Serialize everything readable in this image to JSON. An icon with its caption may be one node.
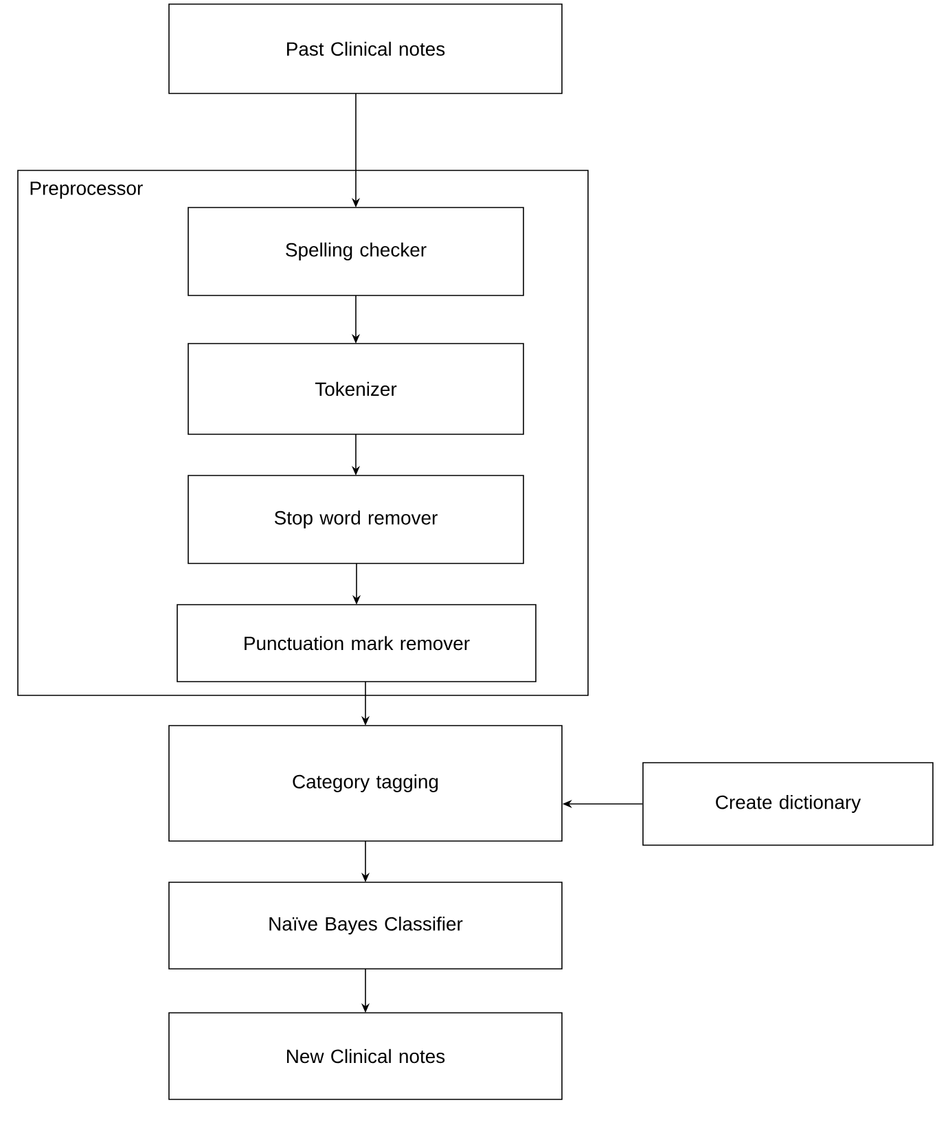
{
  "diagram": {
    "nodes": [
      {
        "text": [
          "Past Clinical notes"
        ]
      },
      {
        "text": [
          "Preprocessor"
        ]
      },
      {
        "text": [
          "Spelling checker"
        ],
        "in": 1
      },
      {
        "text": [
          "Tokenizer"
        ],
        "in": 1
      },
      {
        "text": [
          "Stop word remover"
        ],
        "in": 1
      },
      {
        "text": [
          "Punctuation mark remover"
        ],
        "in": 1
      },
      {
        "text": [
          "Category tagging"
        ]
      },
      {
        "text": [
          "Create dictionary"
        ]
      },
      {
        "text": [
          "Naïve Bayes Classifier"
        ]
      },
      {
        "text": [
          "New Clinical notes"
        ]
      }
    ],
    "edges": [
      {
        "from": 0,
        "to": 2,
        "arrow": "to"
      },
      {
        "from": 2,
        "to": 3,
        "arrow": "to"
      },
      {
        "from": 3,
        "to": 4,
        "arrow": "to"
      },
      {
        "from": 4,
        "to": 5,
        "arrow": "to"
      },
      {
        "from": 5,
        "to": 6,
        "arrow": "to"
      },
      {
        "from": 7,
        "to": 6,
        "arrow": "to"
      },
      {
        "from": 6,
        "to": 8,
        "arrow": "to"
      },
      {
        "from": 8,
        "to": 9,
        "arrow": "to"
      }
    ]
  }
}
